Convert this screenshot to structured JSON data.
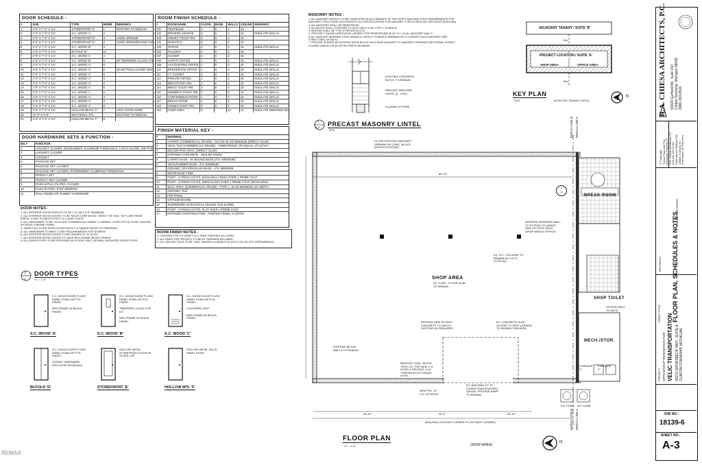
{
  "door_schedule": {
    "title": "DOOR SCHEDULE -",
    "headers": [
      "#",
      "SIZE",
      "TYPE",
      "HDWR",
      "REMARKS"
    ],
    "rows": [
      [
        "1",
        "3'-0\" X 7'-0\" X 1¾\"",
        "STOREFRONT 'E'",
        "1",
        "EXISTING TO REMAIN"
      ],
      [
        "2",
        "3'-0\" X 7'-0\" X 1¾\"",
        "S.C. WOOD 'A'",
        "2",
        ""
      ],
      [
        "3",
        "3'-0\" X 7'-0\" X 1¾\"",
        "STOREFRONT 'E'",
        "3",
        "ANOD. BRONZE"
      ],
      [
        "4",
        "3'-0\" X 7'-0\" X 1¾\"",
        "STOREFRONT 'E'",
        "3",
        "ANOD. BRONZE/HAND TURN"
      ],
      [
        "5",
        "3'-0\" X 7'-0\" X 1¾\"",
        "S.C. WOOD 'B'",
        "4",
        ""
      ],
      [
        "6",
        "3'-0\" X 7'-0\" X 1¾\"",
        "BI-FOLD 'D'",
        "11",
        ""
      ],
      [
        "7",
        "3'-0\" X 7'-0\" X 1¾\"",
        "S.C. WOOD 'A'",
        "4",
        ""
      ],
      [
        "8",
        "3'-0\" X 7'-0\" X 1¾\"",
        "S.C. WOOD 'B'",
        "5",
        "W/ TEMPERED GLASS LITE"
      ],
      [
        "9",
        "3'-0\" X 7'-0\" X 1¾\"",
        "S.C. WOOD 'A'",
        "6",
        ""
      ],
      [
        "10",
        "3'-0\" X 7'-0\" X 1¾\"",
        "S.C. WOOD 'C'",
        "6",
        "W/ BOTTOM LOUVER VENT"
      ],
      [
        "11",
        "3'-0\" X 7'-0\" X 1¾\"",
        "S.C. WOOD 'A'",
        "6",
        ""
      ],
      [
        "12",
        "3'-0\" X 7'-0\" X 1¾\"",
        "S.C. WOOD 'A'",
        "4",
        ""
      ],
      [
        "13",
        "3'-0\" X 7'-0\" X 1¾\"",
        "S.C. WOOD 'A'",
        "6",
        ""
      ],
      [
        "14",
        "3'-0\" X 7'-0\" X 1¾\"",
        "S.C. WOOD 'A'",
        "6",
        ""
      ],
      [
        "15",
        "3'-0\" X 7'-0\" X 1¾\"",
        "S.C. WOOD 'A'",
        "6",
        ""
      ],
      [
        "16",
        "3'-0\" X 7'-0\" X 1¾\"",
        "S.C. WOOD 'A'",
        "4",
        ""
      ],
      [
        "17",
        "3'-0\" X 7'-0\" X 1¾\"",
        "S.C. WOOD 'A'",
        "4",
        ""
      ],
      [
        "18",
        "3'-0\" X 7'-0\" X 1¾\"",
        "S.C. WOOD 'A'",
        "6",
        ""
      ],
      [
        "19",
        "3'-0\" X 7'-0\" X 1¾\"",
        "HOLLOW METAL 'F'",
        "7",
        "LOCK (SHOP SIDE)"
      ],
      [
        "20",
        "12'-0\" X 9'-6\"",
        "SECTIONAL STL.",
        "-",
        "EXISTING TO REMAIN"
      ],
      [
        "21",
        "3'-0\" X 7'-0\" X 1¾\"",
        "HOLLOW METAL 'F'",
        "8",
        ""
      ]
    ]
  },
  "hardware_sets": {
    "title": "DOOR HARDWARE SETS & FUNCTION -",
    "headers": [
      "NO.#",
      "FUNCTION"
    ],
    "rows": [
      [
        "1",
        "LOCKSET, CLOSER, DOORSWEEP, ALUMINUM THRESHOLD, LATCH GUARD, WEATHERSTRIPPING"
      ],
      [
        "2",
        "LOCKSET, CLOSER"
      ],
      [
        "3",
        "LOCKSET"
      ],
      [
        "4",
        "PASSAGE SET"
      ],
      [
        "5",
        "PASSAGE SET, CLOSER"
      ],
      [
        "6",
        "PASSAGE SET, CLOSER, DOORSWEEP, ALUMINUM THRESHOLD"
      ],
      [
        "7",
        "PRIVACY SET"
      ],
      [
        "8",
        "PRIVACY SET, CLOSER"
      ],
      [
        "9",
        "PUSH & PULL PLATES, CLOSER"
      ],
      [
        "10",
        "PUSH PLATES, 8\"X8\" WINDOW"
      ],
      [
        "11",
        "PULL KNOBS OR 'DUMMY' HARDWARE"
      ]
    ]
  },
  "door_notes": {
    "title": "DOOR NOTES -",
    "items": [
      "1. ALL INTERIOR DOOR HEIGHTS TO BE 7'-0\" (ALT: 6'-8\" MINIMUM)",
      "2. ALL INTERIOR WOOD DOORS TO BE SOLID CORE WOOD, 'BIRCH' OR 'OAK', W/ FLUSH PANEL FINISH. STAIN TO MATCH EXIST. & CLEAR COATS.",
      "3. ALL HARDWARE TO BE 'SCHLAGE' COMMERCIAL GRADE 'D' SERIES, LEVER STYLE TO BE 'SATURN' W/ SATIN CHROME FINISH.",
      "4. VERIFY ALL DOOR SIZES W/ ARCHITECT & OWNER PRIOR TO ORDERING.",
      "5. ALL HARDWARE TO MEET CODE REQUIREMENTS FOR EGRESS.",
      "6. ALL INTERIOR WOOD DOORS TO BE UNDERCUT ½\" (CLR.)",
      "7. ALL INTERIOR WOOD DOORS TO HAVE RED-FRAME (BLACK FINISH)",
      "8. ALL DOOR STOPS TO BE PROVIDED W/ FLOOR, WALL OR WALL MOUNTED DOOR STOPS."
    ]
  },
  "room_finish": {
    "title": "ROOM FINISH SCHEDULE -",
    "headers": [
      "#",
      "ROOM NAME",
      "FLOOR",
      "BASE",
      "WALLS",
      "CEILING",
      "REMARKS"
    ],
    "rows": [
      [
        "101",
        "VESTIBULE",
        "2",
        "6",
        "3",
        "15",
        ""
      ],
      [
        "102",
        "DRIVERS LOUNGE",
        "3",
        "6",
        "3",
        "15",
        "INSULATE WALLS"
      ],
      [
        "103",
        "UNISEX TOILET RM.",
        "3",
        "6",
        "3",
        "15",
        ""
      ],
      [
        "104",
        "DISPATCH",
        "3",
        "6",
        "3",
        "15",
        ""
      ],
      [
        "105",
        "OFFICE",
        "3",
        "6",
        "3",
        "15",
        "INSULATE WALLS"
      ],
      [
        "106",
        "HALLWAY",
        "3",
        "6",
        "3",
        "15",
        ""
      ],
      [
        "107",
        "CLOSET",
        "3",
        "6",
        "3",
        "15",
        ""
      ],
      [
        "108",
        "SAFETY OFFICE",
        "1",
        "6",
        "3",
        "15",
        "INSULATE WALLS"
      ],
      [
        "109",
        "ACCOUNTING OFFICE",
        "1",
        "6",
        "3",
        "15",
        "INSULATE WALLS"
      ],
      [
        "110",
        "BROKERAGE OFFICE",
        "1",
        "6",
        "3",
        "15",
        "INSULATE WALLS"
      ],
      [
        "111",
        "I.T. CLOSET",
        "3",
        "6",
        "3",
        "15",
        "INSULATE WALLS"
      ],
      [
        "112",
        "PRIVATE OFFICE",
        "1",
        "6",
        "3",
        "15",
        "INSULATE WALLS"
      ],
      [
        "113",
        "MECH/STOR. RM.",
        "3",
        "6",
        "3",
        "15",
        "INSULATE WALLS"
      ],
      [
        "114",
        "MEN'S TOILET RM.",
        "3",
        "6",
        "3",
        "15",
        "INSULATE WALLS"
      ],
      [
        "115",
        "WOMEN'S TOILET RM.",
        "3",
        "6",
        "3",
        "15",
        "INSULATE WALLS"
      ],
      [
        "116",
        "CONFERENCE ROOM",
        "1",
        "6",
        "3",
        "15",
        "INSULATE WALLS"
      ],
      [
        "117",
        "BREAK ROOM",
        "3",
        "6",
        "3",
        "15",
        "INSULATE WALLS"
      ],
      [
        "118",
        "UNISEX SHOP TOIL.",
        "3",
        "6",
        "3",
        "15",
        "INSULATE WALLS"
      ],
      [
        "119",
        "SHOP AREA",
        "4",
        "-",
        "12",
        "11",
        "INSULATE DEMISING WALL"
      ]
    ]
  },
  "finish_key": {
    "title": "FINISH MATERIAL KEY -",
    "headers": [
      "#",
      "MATERIAL"
    ],
    "rows": [
      [
        "1",
        "CARPET (COMMERCIAL GRADE) - NYLON 26 OZ MINIMUM (DIRECT GLUE)"
      ],
      [
        "2",
        "VINYL TILE (COMMERCIAL GRADE) - 'ARMSTRONG' OR EQUAL 12\"x12\"x⅛\""
      ],
      [
        "3",
        "DECORATIVE VINYL (DIRECT GLUE)"
      ],
      [
        "4",
        "EXPOSED CONCRETE - SEALED FINISH"
      ],
      [
        "5",
        "CARPET BASE - W/ BOUND EDGE (4\"H. MINIMUM)"
      ],
      [
        "6",
        "VINYL/RUBBER BASE - 4\"H. MINIMUM"
      ],
      [
        "7",
        "CERAMIC OR PORCELAIN BASE - 4\"H. MINIMUM"
      ],
      [
        "8",
        "WOOD BASE TRIM"
      ],
      [
        "9",
        "PAINT - 2 FINISH COATS, EGGSHELL FINISH OVER 1 PRIME COAT"
      ],
      [
        "10",
        "PAINT - 2 FINISH COATS, SEMI-GLOSS OVER 1 PRIME COAT (WASHABLE)"
      ],
      [
        "11",
        "WALL VINYL (COMMERCIAL GRADE) - TYPE 1, 15 OZ MINIMUM, 54\" WIDTH"
      ],
      [
        "12",
        "CERAMIC TILE"
      ],
      [
        "13",
        "FRP PANEL"
      ],
      [
        "14",
        "GYPSUM BOARD"
      ],
      [
        "15",
        "SUSPENDED ACOUSTICAL CEILING TILE & GRID"
      ],
      [
        "16",
        "PAINT - 2 FINISH COATS, FLAT OVER 1 PRIME COAT"
      ],
      [
        "17",
        "EXPOSED CONSTRUCTION - PAINTED FINISH, 2 COATS"
      ]
    ]
  },
  "room_finish_notes": {
    "title": "ROOM FINISH NOTES -",
    "items": [
      "1. CONTRACTOR TO VERIFY ALL PAINT FINISHES W/ CLIENT.",
      "2. ALL PAINT FOR PROJECT TO BE BY 'SHERWIN WILLIAMS'.",
      "3. ALL CEILING TILES TO BE 'USG' 'RADAR ILLUSION 2'X4' (2'X4' TILE W/ 2'X2' APPEARANCE)"
    ]
  },
  "masonry_notes": {
    "title": "MASONRY NOTES -",
    "items": [
      "1. ALL MASONRY WORK IS TO BE COMPLETED IN ACCORDANCE W/ THE LATEST BUILDING CODE REQUIREMENTS FOR MASONRY STRUCTURES (ACI 530/ASCE 5) & SPECIFICATIONS FOR MASONRY STRUCTURES (ACI 530.1/ASCE 6/TMS 602).",
      "2. ALL MASONRY SHALL BE REINFORCED.",
      "3. ALL BLOCK SHALL CONFORM TO ASTM C90 & C140, TYPE 1, GRADE N.",
      "4. MORTAR SHALL BE TYPE S PER ASTM C270.",
      "5. PROVIDE 9 GAUGE HORIZONTAL LADDER-TYPE REINFORCING @ 16\" O.C. IN ALL MASONRY WALLS.",
      "6. ALL MASONRY BEARING STEEL BEAMS & LINTELS TO BEAR 8\" MINIMUM ON 3 COURSES SOLID MASONRY (SEE STRUCTURAL DETAILS).",
      "7. PROVIDE #5 RODS IN GROUTED SOLID BLOCK EACH SIDE ADJACENT TO MASONRY OPENINGS (SECTIONAL DOORS / GLAZING AREAS) OR AS NOTED PER PLAN AREAS."
    ]
  },
  "lintel_detail": {
    "labels": [
      "EXISTING CONCRETE BLOCK TO REMAIN",
      "PRECAST MASONRY LINTEL (2 - 4\"x8\")",
      "GLAZING SYSTEM"
    ],
    "tag_num": "1",
    "tag_sheet": "A-3",
    "title": "PRECAST MASONRY LINTEL",
    "scale": "NTS"
  },
  "key_plan": {
    "adjacent": "ADJACENT TENANT / SUITE 'B'",
    "project": "PROJECT LOCATION / SUITE 'A'",
    "shop_area": "SHOP AREA",
    "office_area": "OFFICE AREA",
    "b_top": "B/A",
    "b_bot": "B/A",
    "title": "KEY PLAN",
    "scale": "NTS",
    "subtitle": "(EXISTING TENANT UNITS)",
    "north": "N"
  },
  "door_types": {
    "tag_num": "2",
    "tag_sheet": "3",
    "title": "DOOR TYPES",
    "scale": "¼\" = 1'-0\"",
    "types": [
      {
        "name": "S.C. WOOD 'A'",
        "note": "S.C. WOOD DOOR FLUSH PANEL STAIN OR PTD. FINISH\n\nRED-FRAME W/ BLACK FINISH"
      },
      {
        "name": "S.C. WOOD 'B'",
        "note": "S.C. WOOD DOOR FLUSH PANEL STAIN OR PTD. FINISH\n\nTEMPERED GLASS LITE KIT\n\nRED-FRAME W/ BLACK FINISH"
      },
      {
        "name": "S.C. WOOD 'C'",
        "note": "S.C. WOOD DOOR FLUSH PANEL STAIN OR PTD. FINISH\n\nLOUVERED VENT\n\nRED-FRAME W/ BLACK FINISH"
      },
      {
        "name": "BI-FOLD 'D'",
        "note": "H.C. WOOD DOOR FLUSH PANEL STAIN OR PTD. FINISH\n\n'DUMMY HARDWARE' PER DOOR SCHEDULE"
      },
      {
        "name": "STOREFRONT 'E'",
        "note": "HOLLOW METAL STOREFRONT DOOR W/ GLASS LITE"
      },
      {
        "name": "HOLLOW MTL 'F'",
        "note": "HOLLOW METAL SOLID PANEL DOOR"
      }
    ]
  },
  "floor_plan": {
    "title": "FLOOR PLAN",
    "scale": "¼\" = 1'-0\"",
    "subtitle": "(SHOP AREA)",
    "north": "N",
    "rooms": {
      "break_room": "BREAK ROOM",
      "shop_area": "SHOP AREA",
      "shop_area_note": "EX. CONC. FLOOR SLAB TO REMAIN",
      "shop_toilet": "SHOP TOILET",
      "mech_stor": "MECH./STOR."
    },
    "dims": {
      "top": "84'-10\"",
      "bottom_left": "25'-8\"±",
      "bottom_mid": "20'-0\"",
      "bottom_right": "32'-8\"±",
      "job_line": "(BUILDING OUTSIDE CORNER TO OUTSIDE CORNER)",
      "match_line_left": "MATCH LINE B",
      "match_line_right": "MATCH LINE A"
    },
    "notes": [
      "CLOSE EXISTING MASONRY OPENING W/ CONC. BLOCK (MATCH EXISTING)",
      "EX. STL. COLUMNS TO REMAIN AS LOC'D (TYPICAL)",
      "INTERIOR DEMISING WALL TO EXTEND TO UNDER SIDE OF ROOF DECK (SHOP AREA & OFFICE)",
      "EXISTING BLOCK WALLS TO REMAIN",
      "PROVIDE NEW SLOPED CONCRETE TO MATCH EXISTING AS REQUIRED",
      "EX. CONCRETE SLAB SLOPED TO FEET (GRADE) TO REMAIN THIS AREA",
      "REMOVE CONC. BLOCK THIS LOC. FOR NEW 3'-0\" DOOR & PROVIDE 4\"x4\" THRESHOLD AT GRADE LEVEL",
      "EX. BUILDING F.F. IS LOWER THAN EXISTING GRADE, PROVIDE RAMP TO REMAIN",
      "NEW POL. AT H.D. AS REQ'D",
      "EXTEND WALL TO DECK",
      "FURNACE '2'",
      "FURNACE '1'",
      "A/C COND.",
      "A/C COND."
    ],
    "bldg_tag": "1\n4"
  },
  "title_block": {
    "firm": "R.A. CHIESA ARCHITECTS, P.C.",
    "address": "43320 Garfield Rd., Suite 210\nClinton Township, Michigan 48038\n(586) 263-8519",
    "copyright": "© Copyright\nThese Plans Are The\nExclusive Property Of\nR.A. Chiesa Architects P.C.\nAnd Are Not To Be\nReproduced Without The\nWritten Consent Or\nPermission Of This Firm",
    "issued_label": "ISSUED FOR PERMIT",
    "revision_label": "REVISIONS",
    "sheet_title_label": "SHEET TITLE:",
    "sheet_title": "FLOOR PLAN, SCHEDULES & NOTES",
    "project_label": "PROJECT:",
    "project_desc": "OFFICE/SHOP RENOVATION FOR",
    "project_name": "VELIC TRANSPORTATION",
    "project_addr": "35370 GROESBECK HWY., SUITE A\nCLINTON TOWNSHIP, MICHIGAN",
    "job_no_label": "JOB NO.:",
    "job_no": "18139-6",
    "sheet_no_label": "SHEET NO.:",
    "sheet_no": "A-3"
  },
  "watermark": "REMAX"
}
